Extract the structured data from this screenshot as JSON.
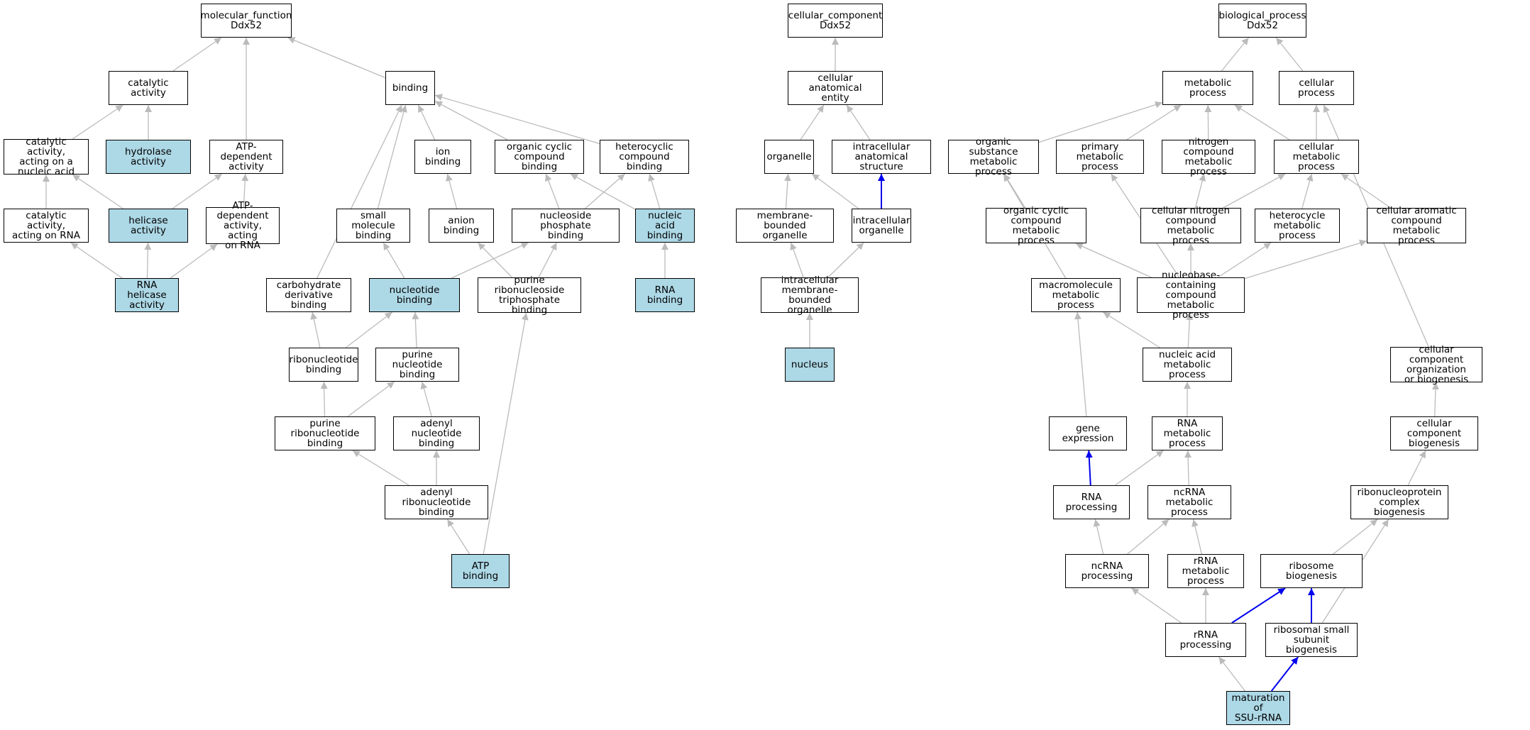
{
  "colors": {
    "highlight": "#add8e6",
    "edge": "#bbbbbb",
    "edge_strong": "#0000ee",
    "border": "#000000"
  },
  "nodes": [
    {
      "id": "mf",
      "label": "molecular_function\nDdx52",
      "highlight": false
    },
    {
      "id": "cat",
      "label": "catalytic activity",
      "highlight": false
    },
    {
      "id": "bind",
      "label": "binding",
      "highlight": false
    },
    {
      "id": "catnuc",
      "label": "catalytic activity,\nacting on a\nnucleic acid",
      "highlight": false
    },
    {
      "id": "hydro",
      "label": "hydrolase activity",
      "highlight": true
    },
    {
      "id": "atpdep",
      "label": "ATP-dependent\nactivity",
      "highlight": false
    },
    {
      "id": "catrna",
      "label": "catalytic activity,\nacting on RNA",
      "highlight": false
    },
    {
      "id": "heli",
      "label": "helicase activity",
      "highlight": true
    },
    {
      "id": "atprna",
      "label": "ATP-dependent\nactivity, acting\non RNA",
      "highlight": false
    },
    {
      "id": "rnaheli",
      "label": "RNA helicase\nactivity",
      "highlight": true
    },
    {
      "id": "ionb",
      "label": "ion binding",
      "highlight": false
    },
    {
      "id": "orgcyc",
      "label": "organic cyclic\ncompound binding",
      "highlight": false
    },
    {
      "id": "hetcyc",
      "label": "heterocyclic\ncompound binding",
      "highlight": false
    },
    {
      "id": "smallmol",
      "label": "small molecule\nbinding",
      "highlight": false
    },
    {
      "id": "anion",
      "label": "anion binding",
      "highlight": false
    },
    {
      "id": "nsp",
      "label": "nucleoside phosphate\nbinding",
      "highlight": false
    },
    {
      "id": "nab",
      "label": "nucleic acid\nbinding",
      "highlight": true
    },
    {
      "id": "carb",
      "label": "carbohydrate\nderivative binding",
      "highlight": false
    },
    {
      "id": "nucb",
      "label": "nucleotide binding",
      "highlight": true
    },
    {
      "id": "prnt",
      "label": "purine ribonucleoside\ntriphosphate\nbinding",
      "highlight": false
    },
    {
      "id": "rnab",
      "label": "RNA binding",
      "highlight": true
    },
    {
      "id": "ribob",
      "label": "ribonucleotide\nbinding",
      "highlight": false
    },
    {
      "id": "purnuc",
      "label": "purine nucleotide\nbinding",
      "highlight": false
    },
    {
      "id": "purribo",
      "label": "purine ribonucleotide\nbinding",
      "highlight": false
    },
    {
      "id": "adenyl",
      "label": "adenyl nucleotide\nbinding",
      "highlight": false
    },
    {
      "id": "adenylribo",
      "label": "adenyl ribonucleotide\nbinding",
      "highlight": false
    },
    {
      "id": "atpb",
      "label": "ATP binding",
      "highlight": true
    },
    {
      "id": "cc",
      "label": "cellular_component\nDdx52",
      "highlight": false
    },
    {
      "id": "cae",
      "label": "cellular anatomical\nentity",
      "highlight": false
    },
    {
      "id": "organelle",
      "label": "organelle",
      "highlight": false
    },
    {
      "id": "ias",
      "label": "intracellular\nanatomical structure",
      "highlight": false
    },
    {
      "id": "mbo",
      "label": "membrane-bounded\norganelle",
      "highlight": false
    },
    {
      "id": "io",
      "label": "intracellular\norganelle",
      "highlight": false
    },
    {
      "id": "imbo",
      "label": "intracellular\nmembrane-bounded\norganelle",
      "highlight": false
    },
    {
      "id": "nucleus",
      "label": "nucleus",
      "highlight": true
    },
    {
      "id": "bp",
      "label": "biological_process\nDdx52",
      "highlight": false
    },
    {
      "id": "metab",
      "label": "metabolic process",
      "highlight": false
    },
    {
      "id": "cellp",
      "label": "cellular process",
      "highlight": false
    },
    {
      "id": "osmp",
      "label": "organic substance\nmetabolic process",
      "highlight": false
    },
    {
      "id": "pmp",
      "label": "primary metabolic\nprocess",
      "highlight": false
    },
    {
      "id": "ncmp",
      "label": "nitrogen compound\nmetabolic process",
      "highlight": false
    },
    {
      "id": "cmp",
      "label": "cellular metabolic\nprocess",
      "highlight": false
    },
    {
      "id": "occmp",
      "label": "organic cyclic\ncompound metabolic\nprocess",
      "highlight": false
    },
    {
      "id": "cncmp",
      "label": "cellular nitrogen\ncompound metabolic\nprocess",
      "highlight": false
    },
    {
      "id": "hmp",
      "label": "heterocycle\nmetabolic process",
      "highlight": false
    },
    {
      "id": "cacmp",
      "label": "cellular aromatic\ncompound metabolic\nprocess",
      "highlight": false
    },
    {
      "id": "mmp",
      "label": "macromolecule\nmetabolic process",
      "highlight": false
    },
    {
      "id": "nbcmp",
      "label": "nucleobase-containing\ncompound metabolic\nprocess",
      "highlight": false
    },
    {
      "id": "namp",
      "label": "nucleic acid\nmetabolic process",
      "highlight": false
    },
    {
      "id": "ccob",
      "label": "cellular component\norganization\nor biogenesis",
      "highlight": false
    },
    {
      "id": "ge",
      "label": "gene expression",
      "highlight": false
    },
    {
      "id": "rnamp",
      "label": "RNA metabolic\nprocess",
      "highlight": false
    },
    {
      "id": "ccb",
      "label": "cellular component\nbiogenesis",
      "highlight": false
    },
    {
      "id": "rnaproc",
      "label": "RNA processing",
      "highlight": false
    },
    {
      "id": "ncrnamp",
      "label": "ncRNA metabolic\nprocess",
      "highlight": false
    },
    {
      "id": "rcb",
      "label": "ribonucleoprotein\ncomplex biogenesis",
      "highlight": false
    },
    {
      "id": "ncrnaproc",
      "label": "ncRNA processing",
      "highlight": false
    },
    {
      "id": "rrnamp",
      "label": "rRNA metabolic\nprocess",
      "highlight": false
    },
    {
      "id": "ribobio",
      "label": "ribosome biogenesis",
      "highlight": false
    },
    {
      "id": "rrnaproc",
      "label": "rRNA processing",
      "highlight": false
    },
    {
      "id": "rssb",
      "label": "ribosomal small\nsubunit biogenesis",
      "highlight": false
    },
    {
      "id": "ssu",
      "label": "maturation of\nSSU-rRNA",
      "highlight": true
    }
  ],
  "edges": [
    {
      "from": "cat",
      "to": "mf"
    },
    {
      "from": "bind",
      "to": "mf"
    },
    {
      "from": "atpdep",
      "to": "mf"
    },
    {
      "from": "catnuc",
      "to": "cat"
    },
    {
      "from": "hydro",
      "to": "cat"
    },
    {
      "from": "catrna",
      "to": "catnuc"
    },
    {
      "from": "heli",
      "to": "catnuc"
    },
    {
      "from": "heli",
      "to": "atpdep"
    },
    {
      "from": "atprna",
      "to": "atpdep"
    },
    {
      "from": "rnaheli",
      "to": "catrna"
    },
    {
      "from": "rnaheli",
      "to": "heli"
    },
    {
      "from": "rnaheli",
      "to": "atprna"
    },
    {
      "from": "ionb",
      "to": "bind"
    },
    {
      "from": "orgcyc",
      "to": "bind"
    },
    {
      "from": "hetcyc",
      "to": "bind"
    },
    {
      "from": "smallmol",
      "to": "bind"
    },
    {
      "from": "carb",
      "to": "bind"
    },
    {
      "from": "anion",
      "to": "ionb"
    },
    {
      "from": "nsp",
      "to": "orgcyc"
    },
    {
      "from": "nsp",
      "to": "hetcyc"
    },
    {
      "from": "nab",
      "to": "orgcyc"
    },
    {
      "from": "nab",
      "to": "hetcyc"
    },
    {
      "from": "nucb",
      "to": "smallmol"
    },
    {
      "from": "nucb",
      "to": "nsp"
    },
    {
      "from": "prnt",
      "to": "anion"
    },
    {
      "from": "prnt",
      "to": "nsp"
    },
    {
      "from": "rnab",
      "to": "nab"
    },
    {
      "from": "ribob",
      "to": "carb"
    },
    {
      "from": "ribob",
      "to": "nucb"
    },
    {
      "from": "purnuc",
      "to": "nucb"
    },
    {
      "from": "purribo",
      "to": "ribob"
    },
    {
      "from": "purribo",
      "to": "purnuc"
    },
    {
      "from": "adenyl",
      "to": "purnuc"
    },
    {
      "from": "adenylribo",
      "to": "purribo"
    },
    {
      "from": "adenylribo",
      "to": "adenyl"
    },
    {
      "from": "atpb",
      "to": "adenylribo"
    },
    {
      "from": "atpb",
      "to": "prnt"
    },
    {
      "from": "cae",
      "to": "cc"
    },
    {
      "from": "organelle",
      "to": "cae"
    },
    {
      "from": "ias",
      "to": "cae"
    },
    {
      "from": "mbo",
      "to": "organelle"
    },
    {
      "from": "io",
      "to": "organelle"
    },
    {
      "from": "io",
      "to": "ias",
      "strong": true
    },
    {
      "from": "imbo",
      "to": "mbo"
    },
    {
      "from": "imbo",
      "to": "io"
    },
    {
      "from": "nucleus",
      "to": "imbo"
    },
    {
      "from": "metab",
      "to": "bp"
    },
    {
      "from": "cellp",
      "to": "bp"
    },
    {
      "from": "osmp",
      "to": "metab"
    },
    {
      "from": "pmp",
      "to": "metab"
    },
    {
      "from": "ncmp",
      "to": "metab"
    },
    {
      "from": "cmp",
      "to": "metab"
    },
    {
      "from": "cmp",
      "to": "cellp"
    },
    {
      "from": "ccob",
      "to": "cellp"
    },
    {
      "from": "occmp",
      "to": "osmp"
    },
    {
      "from": "mmp",
      "to": "osmp"
    },
    {
      "from": "cncmp",
      "to": "ncmp"
    },
    {
      "from": "cncmp",
      "to": "cmp"
    },
    {
      "from": "hmp",
      "to": "cmp"
    },
    {
      "from": "cacmp",
      "to": "cmp"
    },
    {
      "from": "nbcmp",
      "to": "occmp"
    },
    {
      "from": "nbcmp",
      "to": "cncmp"
    },
    {
      "from": "nbcmp",
      "to": "hmp"
    },
    {
      "from": "nbcmp",
      "to": "cacmp"
    },
    {
      "from": "nbcmp",
      "to": "pmp"
    },
    {
      "from": "namp",
      "to": "mmp"
    },
    {
      "from": "namp",
      "to": "nbcmp"
    },
    {
      "from": "ge",
      "to": "mmp"
    },
    {
      "from": "rnamp",
      "to": "namp"
    },
    {
      "from": "rnaproc",
      "to": "ge",
      "strong": true
    },
    {
      "from": "rnaproc",
      "to": "rnamp"
    },
    {
      "from": "ncrnamp",
      "to": "rnamp"
    },
    {
      "from": "ccb",
      "to": "ccob"
    },
    {
      "from": "rcb",
      "to": "ccb"
    },
    {
      "from": "ncrnaproc",
      "to": "rnaproc"
    },
    {
      "from": "ncrnaproc",
      "to": "ncrnamp"
    },
    {
      "from": "rrnamp",
      "to": "ncrnamp"
    },
    {
      "from": "ribobio",
      "to": "rcb"
    },
    {
      "from": "rrnaproc",
      "to": "ncrnaproc"
    },
    {
      "from": "rrnaproc",
      "to": "rrnamp"
    },
    {
      "from": "rrnaproc",
      "to": "ribobio",
      "strong": true
    },
    {
      "from": "rssb",
      "to": "ribobio",
      "strong": true
    },
    {
      "from": "rssb",
      "to": "rcb"
    },
    {
      "from": "ssu",
      "to": "rrnaproc"
    },
    {
      "from": "ssu",
      "to": "rssb",
      "strong": true
    }
  ]
}
